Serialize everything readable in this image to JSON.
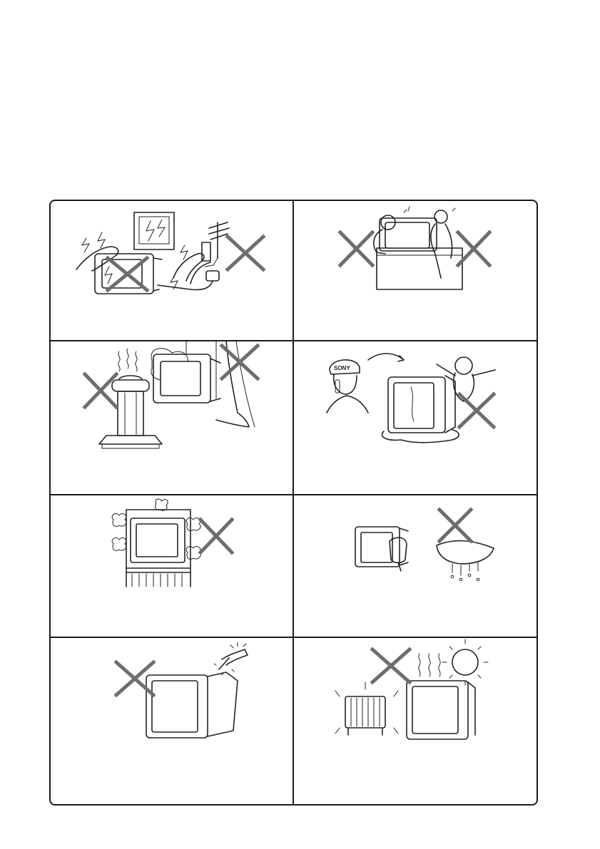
{
  "icons": [
    "lightning-icon",
    "thunderstorm-window-icon",
    "antenna-icon",
    "power-plug-icon",
    "children-climbing-icon",
    "kerosene-heater-icon",
    "steam-icon",
    "curtain-icon",
    "service-technician-icon",
    "liquid-spill-icon",
    "enclosed-cabinet-icon",
    "cleaning-cloth-icon",
    "wet-cloth-icon",
    "object-inserted-icon",
    "radiator-heater-icon",
    "sun-icon",
    "cross-mark-icon"
  ],
  "cells": [
    {
      "name": "lightning-warning"
    },
    {
      "name": "children-climbing-warning"
    },
    {
      "name": "heat-moisture-warning"
    },
    {
      "name": "liquid-spill-warning",
      "logo": "SONY"
    },
    {
      "name": "ventilation-warning"
    },
    {
      "name": "wet-cloth-cleaning-warning"
    },
    {
      "name": "foreign-object-warning"
    },
    {
      "name": "direct-heat-warning"
    }
  ],
  "colors": {
    "border": "#1a1a1a",
    "cross_mark": "#6e6e6e",
    "background": "#ffffff"
  }
}
